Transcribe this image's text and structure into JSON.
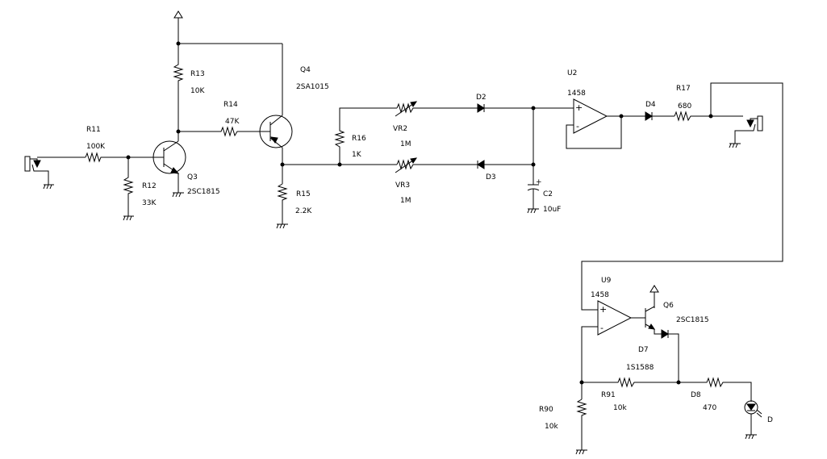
{
  "components": {
    "R11": {
      "ref": "R11",
      "value": "100K"
    },
    "R12": {
      "ref": "R12",
      "value": "33K"
    },
    "R13": {
      "ref": "R13",
      "value": "10K"
    },
    "R14": {
      "ref": "R14",
      "value": "47K"
    },
    "R15": {
      "ref": "R15",
      "value": "2.2K"
    },
    "R16": {
      "ref": "R16",
      "value": "1K"
    },
    "R17": {
      "ref": "R17",
      "value": "680"
    },
    "R90": {
      "ref": "R90",
      "value": "10k"
    },
    "R91": {
      "ref": "R91",
      "value": "10k"
    },
    "Q3": {
      "ref": "Q3",
      "value": "2SC1815"
    },
    "Q4": {
      "ref": "Q4",
      "value": "2SA1015"
    },
    "Q6": {
      "ref": "Q6",
      "value": "2SC1815"
    },
    "VR2": {
      "ref": "VR2",
      "value": "1M"
    },
    "VR3": {
      "ref": "VR3",
      "value": "1M"
    },
    "D2": {
      "ref": "D2"
    },
    "D3": {
      "ref": "D3"
    },
    "D4": {
      "ref": "D4"
    },
    "D7": {
      "ref": "D7",
      "value": "1S1588"
    },
    "D8": {
      "ref": "D8",
      "value": "470"
    },
    "C2": {
      "ref": "C2",
      "value": "10uF"
    },
    "U2": {
      "ref": "U2",
      "value": "1458"
    },
    "U9": {
      "ref": "U9",
      "value": "1458"
    },
    "LED": {
      "ref": "D"
    }
  },
  "pins": {
    "plus": "+",
    "minus": "-"
  }
}
